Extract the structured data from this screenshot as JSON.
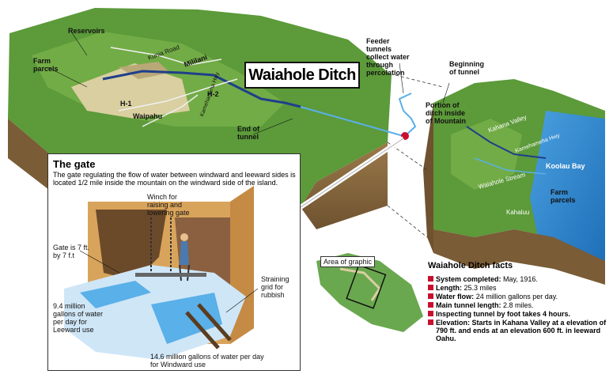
{
  "title": "Waiahole Ditch",
  "labels": {
    "reservoirs": "Reservoirs",
    "farm_parcels_left": "Farm parcels",
    "kunia_road": "Kunia Road",
    "mililani": "Mililani",
    "h1": "H-1",
    "h2": "H-2",
    "waipahu": "Waipahu",
    "kamehameha_hwy": "Kamehameha Hwy",
    "end_of_tunnel": "End of tunnel",
    "feeder_tunnels": "Feeder tunnels collect water through percolation",
    "beginning_of_tunnel": "Beginning of tunnel",
    "portion_of_ditch": "Portion of ditch inside of Mountain",
    "kahana_valley": "Kahana Valley",
    "kamehameha_hwy_right": "Kamehameha Hwy",
    "koolau_bay": "Koolau Bay",
    "waiahole_stream": "Waiahole Stream",
    "farm_parcels_right": "Farm parcels",
    "kahaluu": "Kahaluu",
    "area_of_graphic": "Area of graphic"
  },
  "gate": {
    "title": "The gate",
    "description": "The gate regulating the flow of water between windward and leeward sides is located 1/2 mile inside the mountain on the windward side of the island.",
    "winch": "Winch for raising and lowering gate",
    "gate_size": "Gate is 7 ft. by 7 f.t",
    "straining_grid": "Straining grid for rubbish",
    "leeward": "9.4 million gallons of water per day for Leeward use",
    "windward": "14.6 million gallons of water per day for Windward use"
  },
  "facts": {
    "title": "Waiahole Ditch facts",
    "items": [
      {
        "key": "System completed:",
        "value": "May, 1916."
      },
      {
        "key": "Length:",
        "value": "25.3 miles"
      },
      {
        "key": "Water flow:",
        "value": "24 million gallons per day."
      },
      {
        "key": "Main tunnel length:",
        "value": "2.8 miles."
      },
      {
        "key": "Inspecting tunnel by foot takes 4 hours.",
        "value": ""
      },
      {
        "key": "Elevation: Starts in Kahana Valley at a elevation of 790 ft. and ends at an elevation 600 ft. in leeward Oahu.",
        "value": ""
      }
    ]
  },
  "colors": {
    "grass": "#5c9a3a",
    "grass_light": "#8cc15a",
    "soil": "#8a6a40",
    "water": "#2f7fc8",
    "ditch": "#1f3f8a",
    "accent": "#c8102e"
  }
}
